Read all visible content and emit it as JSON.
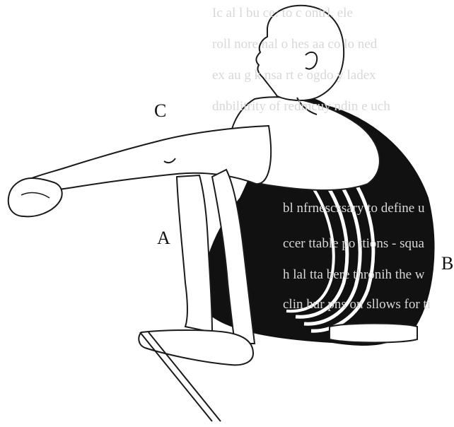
{
  "labels": {
    "c": "C",
    "a": "A",
    "b": "B"
  },
  "colors": {
    "line": "#1a1a1a",
    "fill_dark": "#111111",
    "ghost_text": "#d8d8d8"
  }
}
